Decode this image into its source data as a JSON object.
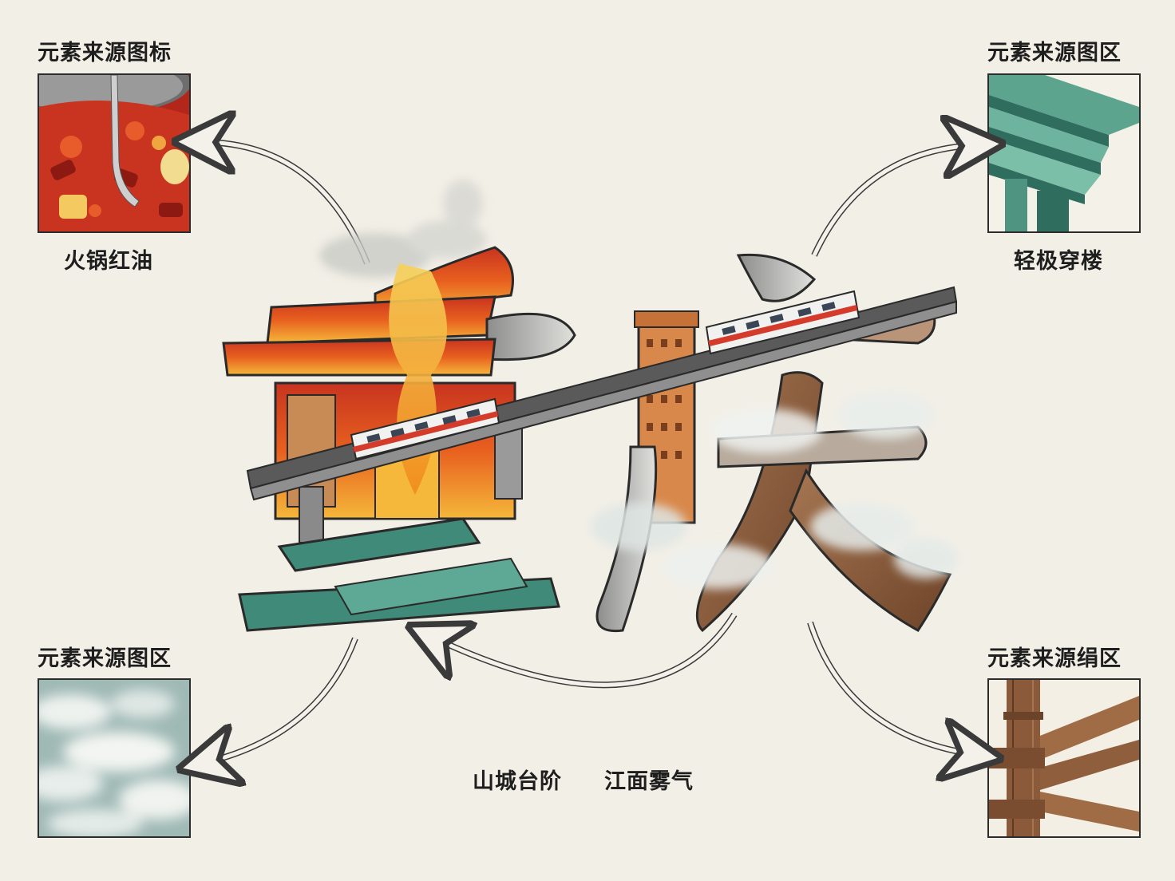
{
  "panels": {
    "top_left": {
      "heading": "元素来源图标",
      "caption": "火锅红油",
      "icon": "hotpot-icon"
    },
    "top_right": {
      "heading": "元素来源图区",
      "caption": "轻极穿楼",
      "icon": "stairs-icon"
    },
    "bottom_left": {
      "heading": "元素来源图区",
      "icon": "mist-icon"
    },
    "bottom_right": {
      "heading": "元素来源绢区",
      "icon": "wood-beam-icon"
    }
  },
  "bottom_captions": {
    "left": "山城台阶",
    "right": "江面雾气"
  },
  "central_artwork": {
    "characters": [
      "重",
      "庆"
    ]
  },
  "colors": {
    "background": "#f2efe6",
    "hotpot_red": "#c8341f",
    "flame_orange": "#f08a1c",
    "stair_teal": "#3f8a78",
    "wood_brown": "#8a5a3a",
    "mist_grey": "#c9d3d2",
    "building_orange": "#d8884a"
  }
}
